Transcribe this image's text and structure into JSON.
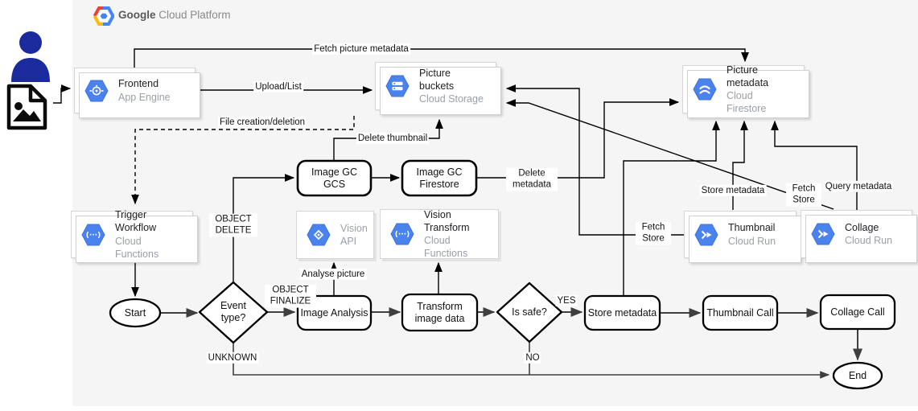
{
  "header": {
    "brand": "Google",
    "platform": "Cloud Platform",
    "logo": "gcp-hexagon-logo"
  },
  "palette": {
    "canvas_bg": "#f5f5f6",
    "service_icon_blue": "#4b83ee",
    "person_blue": "#1b2b9e",
    "logo_red": "#ea4335",
    "logo_yellow": "#fbbc05",
    "logo_blue": "#4285f4",
    "title_text": "#202124",
    "muted_text": "#9aa0a6",
    "line_black": "#000000"
  },
  "actors": {
    "user": "person-icon",
    "picture_file": "picture-file-icon"
  },
  "services": {
    "frontend": {
      "title": "Frontend",
      "subtitle": "App Engine",
      "icon": "app-engine-icon"
    },
    "picture_buckets": {
      "title": "Picture buckets",
      "subtitle": "Cloud Storage",
      "icon": "cloud-storage-icon"
    },
    "picture_metadata": {
      "title": "Picture metadata",
      "subtitle": "Cloud Firestore",
      "icon": "cloud-firestore-icon"
    },
    "trigger_workflow": {
      "title": "Trigger Workflow",
      "subtitle": "Cloud Functions",
      "icon": "cloud-functions-icon"
    },
    "vision_api": {
      "title": "Vision",
      "subtitle": "API",
      "icon": "vision-api-icon"
    },
    "vision_transform": {
      "title": "Vision Transform",
      "subtitle": "Cloud Functions",
      "icon": "cloud-functions-icon"
    },
    "thumbnail": {
      "title": "Thumbnail",
      "subtitle": "Cloud Run",
      "icon": "cloud-run-icon"
    },
    "collage": {
      "title": "Collage",
      "subtitle": "Cloud Run",
      "icon": "cloud-run-icon"
    }
  },
  "nodes": {
    "start": "Start",
    "event_type": "Event type?",
    "image_gc_gcs": "Image GC GCS",
    "image_gc_firestore": "Image GC Firestore",
    "image_analysis": "Image Analysis",
    "transform_image_data": "Transform image data",
    "is_safe": "Is safe?",
    "store_metadata": "Store metadata",
    "thumbnail_call": "Thumbnail Call",
    "collage_call": "Collage Call",
    "end": "End"
  },
  "edges": {
    "fetch_picture_metadata": "Fetch picture metadata",
    "upload_list": "Upload/List",
    "file_creation_deletion": "File creation/deletion",
    "delete_thumbnail": "Delete thumbnail",
    "delete_metadata": "Delete metadata",
    "object_delete": "OBJECT DELETE",
    "object_finalize": "OBJECT FINALIZE",
    "analyse_picture": "Analyse picture",
    "yes": "YES",
    "no": "NO",
    "unknown": "UNKNOWN",
    "fetch_store_thumbnail": "Fetch Store",
    "fetch_store_collage": "Fetch Store",
    "store_metadata": "Store metadata",
    "query_metadata": "Query metadata"
  }
}
